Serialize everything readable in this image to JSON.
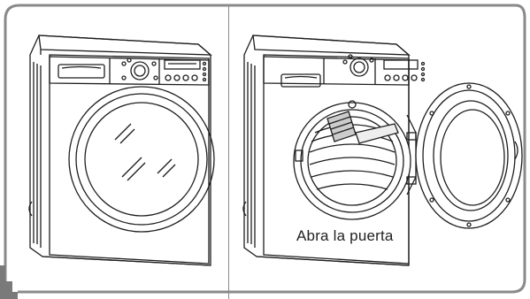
{
  "illustration": {
    "panels": [
      {
        "name": "closed-dryer",
        "icon": "dryer-door-closed"
      },
      {
        "name": "open-dryer",
        "icon": "dryer-door-open"
      }
    ],
    "caption": "Abra la puerta",
    "colors": {
      "frame_border": "#8a8a8a",
      "frame_shade": "#7a7a7a",
      "line": "#1e1e1e",
      "background": "#ffffff"
    }
  }
}
